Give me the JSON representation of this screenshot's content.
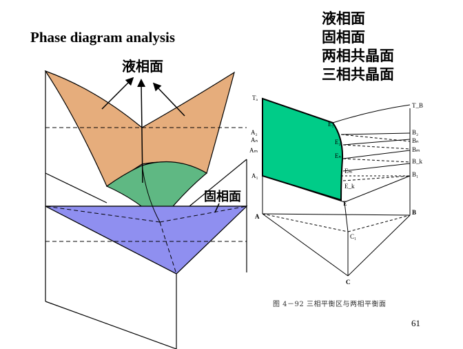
{
  "title": "Phase diagram analysis",
  "legend": [
    "液相面",
    "固相面",
    "两相共晶面",
    "三相共晶面"
  ],
  "left_diagram": {
    "liquidus_label": "液相面",
    "solidus_label": "固相面",
    "colors": {
      "liquidus": "#e6ad7c",
      "eutectic_two_phase": "#5fb883",
      "eutectic_three_phase": "#8f8ff0"
    }
  },
  "right_diagram": {
    "labels": {
      "TA": "Tₐ",
      "TB": "T_B",
      "A": "A",
      "B": "B",
      "C": "C",
      "C1": "C₁",
      "A1": "A₁",
      "A2": "A₂",
      "An": "Aₙ",
      "Am": "Aₘ",
      "B1": "B₁",
      "B2": "B₂",
      "Bn": "Bₙ",
      "Bm": "Bₘ",
      "Bk": "B_k",
      "E": "E",
      "E1": "E₁",
      "E2": "E₂",
      "Em": "Eₘ",
      "En": "Eₙ",
      "E3": "E_k"
    },
    "colors": {
      "liquidus_surface": "#00cc88"
    },
    "caption": "图 4－92   三相平衡区与两相平衡面"
  },
  "page_number": "61"
}
